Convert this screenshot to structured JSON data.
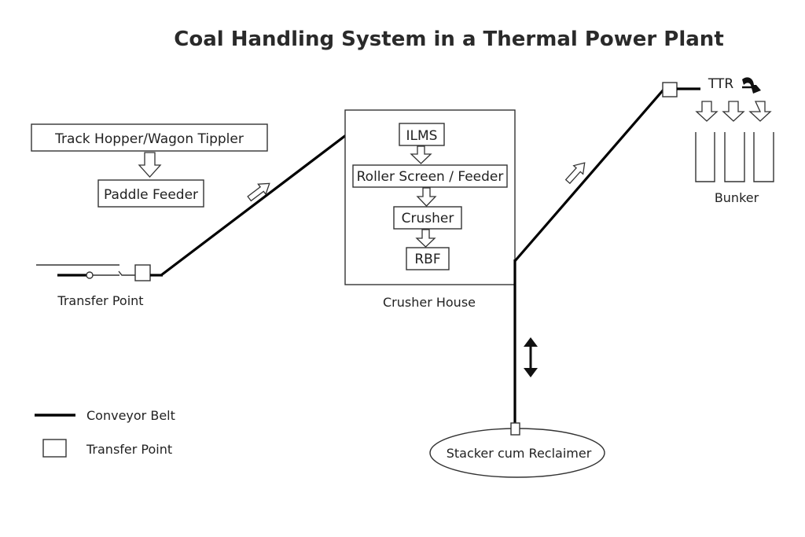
{
  "title": "Coal Handling System in a Thermal Power Plant",
  "nodes": {
    "track_hopper": "Track Hopper/Wagon Tippler",
    "paddle_feeder": "Paddle Feeder",
    "transfer_point": "Transfer Point",
    "ilms": "ILMS",
    "roller_screen": "Roller Screen / Feeder",
    "crusher": "Crusher",
    "rbf": "RBF",
    "crusher_house": "Crusher House",
    "ttr": "TTR",
    "bunker": "Bunker",
    "stacker": "Stacker cum Reclaimer"
  },
  "legend": [
    {
      "symbol": "thick-line",
      "label": "Conveyor Belt"
    },
    {
      "symbol": "square",
      "label": "Transfer Point"
    }
  ]
}
